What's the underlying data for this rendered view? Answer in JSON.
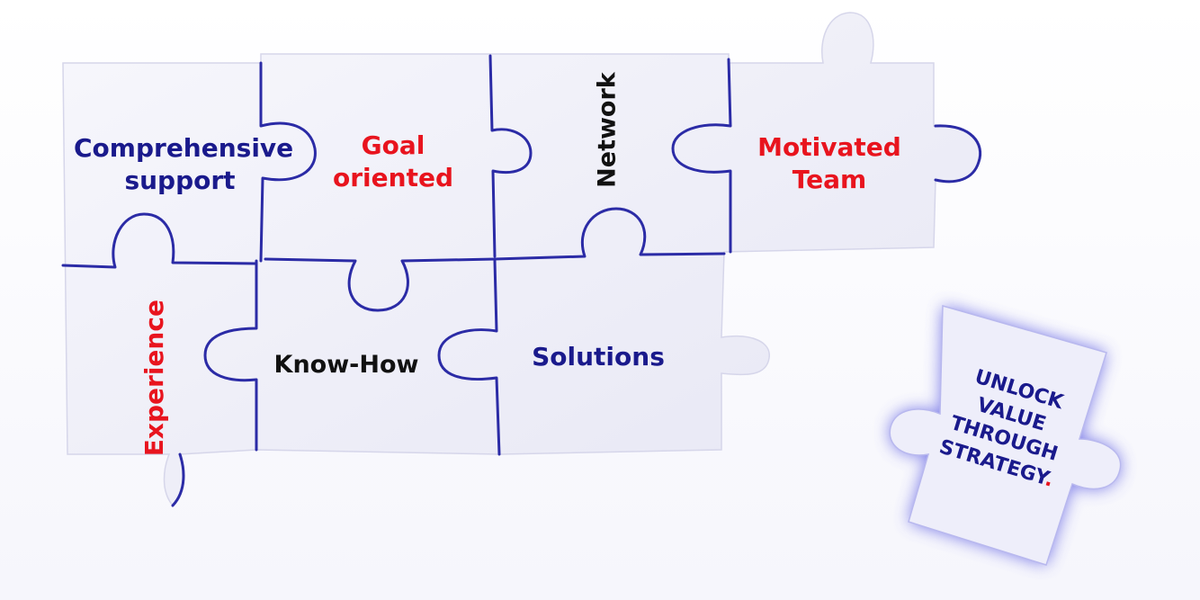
{
  "pieces": {
    "comprehensive_support": {
      "line1": "Comprehensive",
      "line2": "support"
    },
    "goal_oriented": {
      "line1": "Goal",
      "line2": "oriented"
    },
    "network": {
      "label": "Network"
    },
    "motivated_team": {
      "line1": "Motivated",
      "line2": "Team"
    },
    "experience": {
      "label": "Experience"
    },
    "know_how": {
      "label": "Know-How"
    },
    "solutions": {
      "label": "Solutions"
    }
  },
  "loose_piece": {
    "line1": "UNLOCK",
    "line2": "VALUE",
    "line3": "THROUGH",
    "line4_text": "STRATEGY",
    "line4_dot": "."
  },
  "colors": {
    "navy": "#1a1a8c",
    "red": "#e8141e",
    "black": "#111111",
    "piece_fill": "#eeeef8",
    "seam": "#2b2ba6",
    "glow": "#5050e0"
  }
}
